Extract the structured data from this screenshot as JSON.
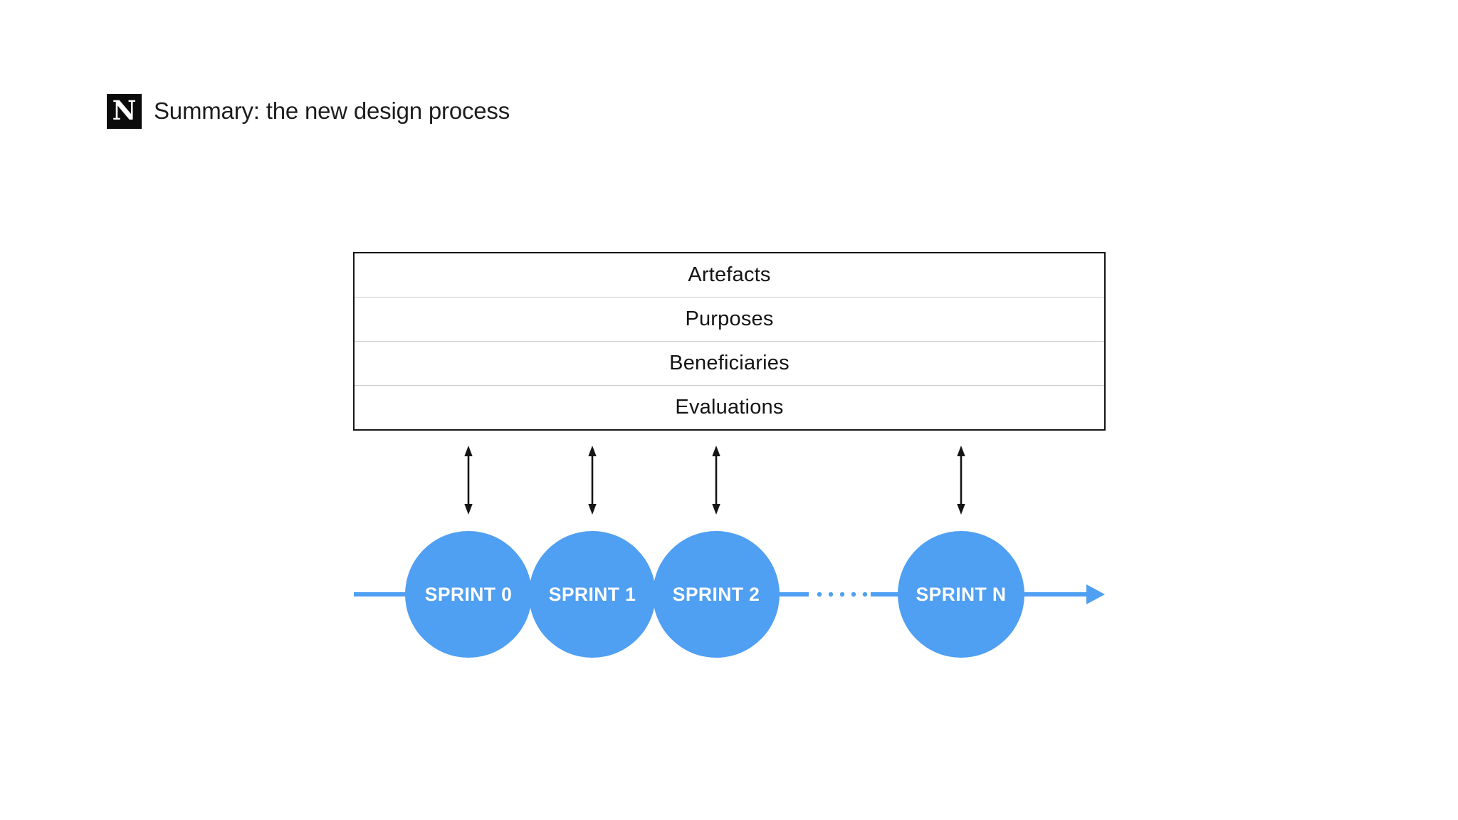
{
  "header": {
    "logo_letter": "N",
    "title": "Summary: the new design process"
  },
  "table": {
    "rows": [
      {
        "label": "Artefacts"
      },
      {
        "label": "Purposes"
      },
      {
        "label": "Beneficiaries"
      },
      {
        "label": "Evaluations"
      }
    ]
  },
  "timeline": {
    "sprints": [
      {
        "label": "SPRINT 0"
      },
      {
        "label": "SPRINT 1"
      },
      {
        "label": "SPRINT 2"
      },
      {
        "label": "SPRINT N"
      }
    ],
    "ellipsis_dot_count": 5,
    "direction": "left-to-right"
  },
  "colors": {
    "sprint_blue": "#4f9ff2",
    "arrow_black": "#151515",
    "row_divider": "#cccccc",
    "box_border": "#151515",
    "background": "#ffffff",
    "title_ink": "#1d1d1d"
  }
}
